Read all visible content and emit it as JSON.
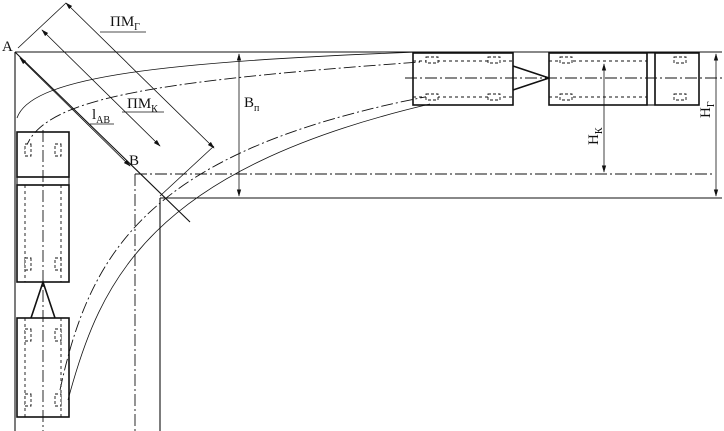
{
  "labels": {
    "point_a": "A",
    "point_b": "B",
    "pm_g_main": "ПМ",
    "pm_g_sub": "Г",
    "pm_k_main": "ПМ",
    "pm_k_sub": "К",
    "l_ab_main": "l",
    "l_ab_sub": "АВ",
    "b_p_main": "В",
    "b_p_sub": "п",
    "h_k_main": "Н",
    "h_k_sub": "К",
    "h_g_main": "Н",
    "h_g_sub": "Г"
  }
}
